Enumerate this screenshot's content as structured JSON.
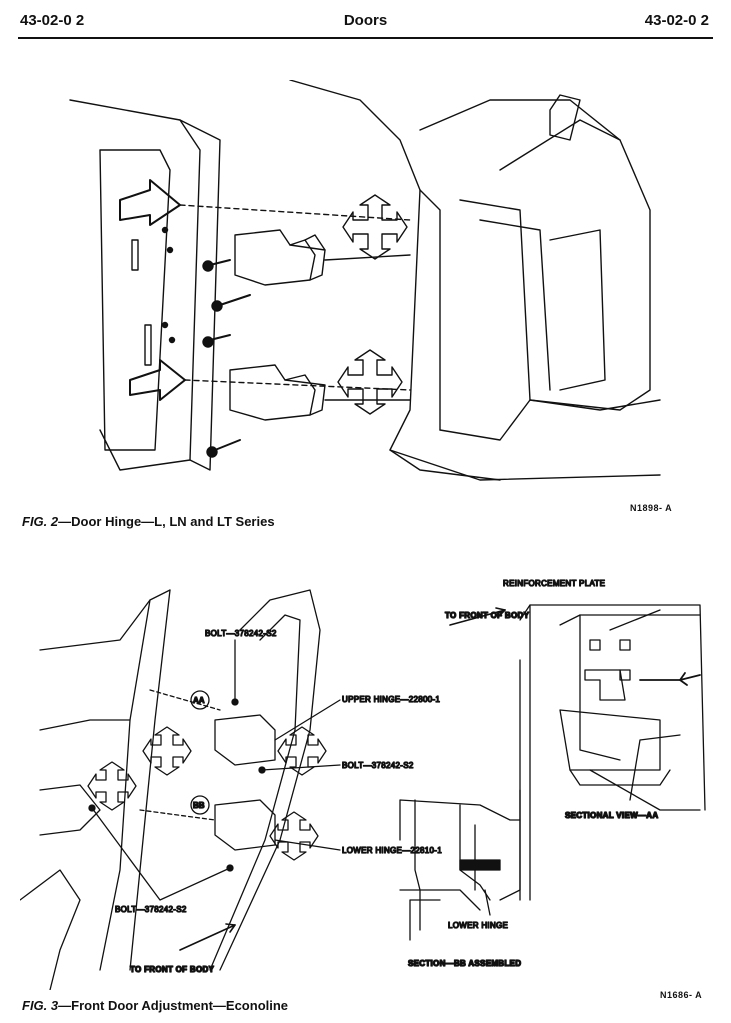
{
  "header": {
    "left_code": "43-02-0 2",
    "title": "Doors",
    "right_code": "43-02-0 2"
  },
  "figure2": {
    "code": "N1898- A",
    "caption_num": "FIG. 2",
    "caption_text": "—Door Hinge—L, LN and LT Series"
  },
  "figure3": {
    "code": "N1686- A",
    "caption_num": "FIG. 3",
    "caption_text": "—Front Door Adjustment—Econoline",
    "labels": {
      "bolt_top": "BOLT—378242-S2",
      "upper_hinge": "UPPER HINGE—22800-1",
      "bolt_mid": "BOLT—378242-S2",
      "lower_hinge": "LOWER HINGE—22810-1",
      "bolt_bottom": "BOLT—378242-S2",
      "to_front_bottom": "TO FRONT OF BODY",
      "circle_aa": "AA",
      "circle_bb": "BB",
      "reinforcement": "REINFORCEMENT PLATE",
      "to_front_right": "TO FRONT OF BODY",
      "sectional_view": "SECTIONAL VIEW—AA",
      "lower_hinge_section": "LOWER HINGE",
      "section_bb": "SECTION—BB ASSEMBLED"
    }
  }
}
